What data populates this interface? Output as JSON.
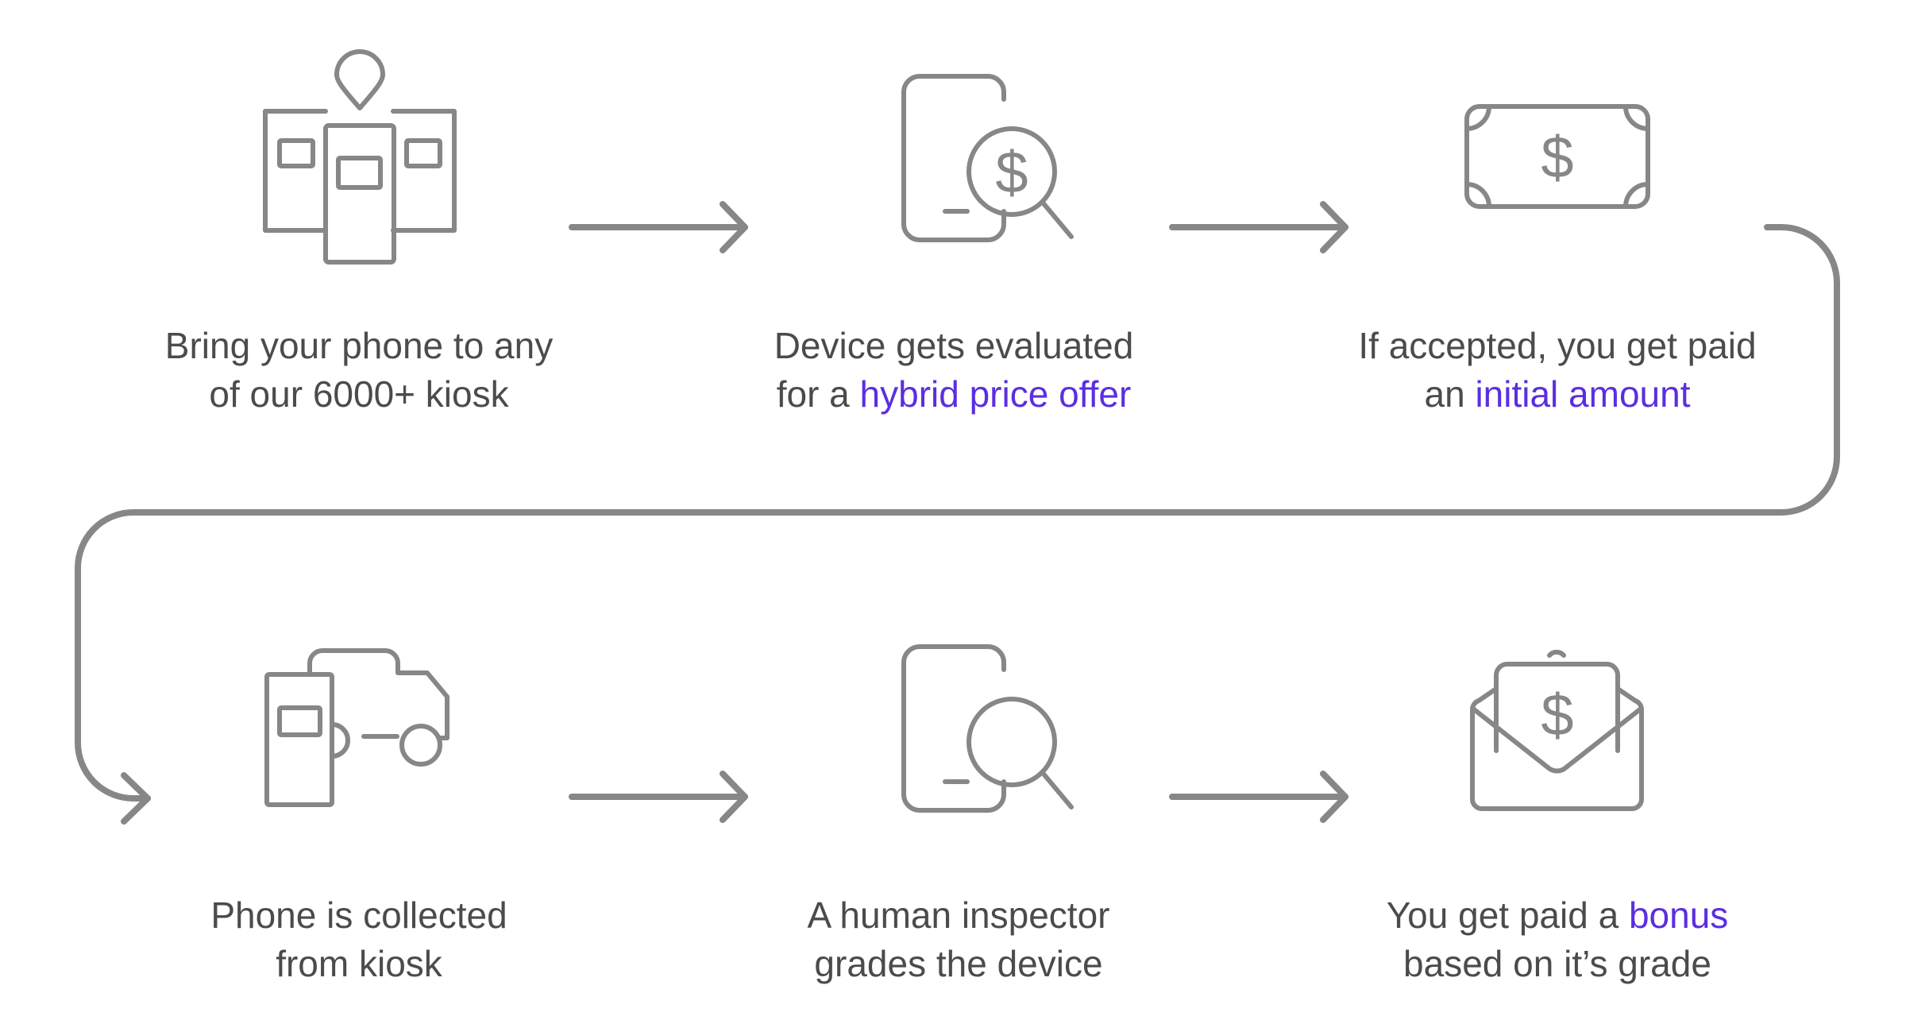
{
  "colors": {
    "icon_stroke": "#878787",
    "text": "#4b4b4b",
    "highlight": "#5b2ee0",
    "background": "#ffffff"
  },
  "steps": [
    {
      "icon": "kiosk-location-icon",
      "line1": "Bring your phone to any",
      "line2": "of our 6000+ kiosk"
    },
    {
      "icon": "phone-dollar-magnifier-icon",
      "line1": "Device gets evaluated",
      "line2_pre": "for a ",
      "line2_hl": "hybrid price offer"
    },
    {
      "icon": "banknote-icon",
      "line1": "If accepted, you get paid",
      "line2_pre": "an ",
      "line2_hl": "initial amount"
    },
    {
      "icon": "kiosk-truck-icon",
      "line1": "Phone is collected",
      "line2": "from kiosk"
    },
    {
      "icon": "phone-magnifier-icon",
      "line1": "A human inspector",
      "line2": "grades the device"
    },
    {
      "icon": "envelope-dollar-icon",
      "line1_pre": "You get paid a ",
      "line1_hl": "bonus",
      "line2": "based on it’s grade"
    }
  ]
}
